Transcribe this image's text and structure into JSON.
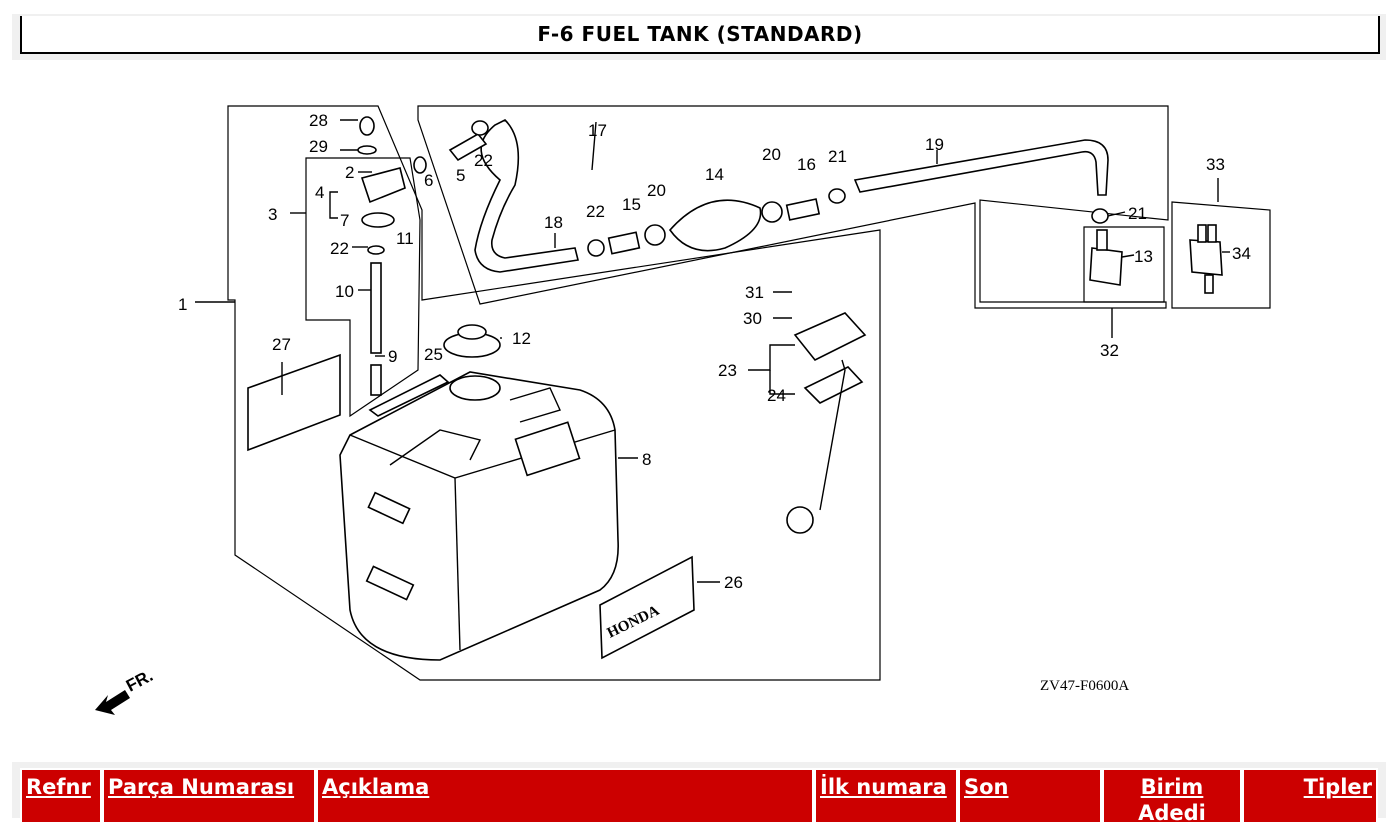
{
  "page": {
    "title": "F-6 FUEL TANK (STANDARD)"
  },
  "diagram": {
    "code": "ZV47-F0600A",
    "front_label": "FR.",
    "brand_label": "HONDA",
    "callouts": [
      "1",
      "2",
      "3",
      "4",
      "5",
      "6",
      "7",
      "8",
      "9",
      "10",
      "11",
      "12",
      "13",
      "14",
      "15",
      "16",
      "17",
      "18",
      "19",
      "20",
      "20",
      "21",
      "21",
      "22",
      "22",
      "22",
      "23",
      "24",
      "25",
      "26",
      "27",
      "28",
      "29",
      "30",
      "31",
      "32",
      "33",
      "34"
    ]
  },
  "table": {
    "headers": [
      "Refnr",
      "Parça Numarası",
      "Açıklama",
      "İlk numara",
      "Son",
      "Birim Adedi",
      "Tipler"
    ]
  }
}
